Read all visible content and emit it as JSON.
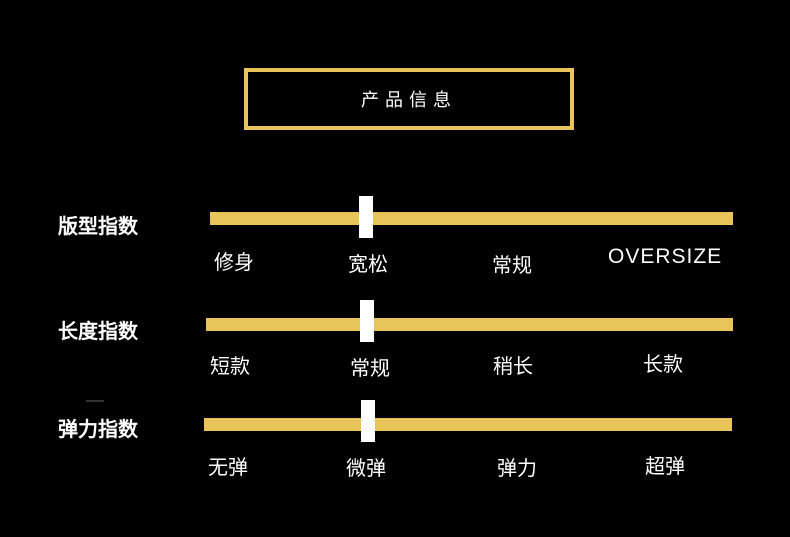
{
  "title": "产品信息",
  "accent_color": "#e8c45a",
  "rows": [
    {
      "label": "版型指数",
      "options": [
        "修身",
        "宽松",
        "常规",
        "OVERSIZE"
      ],
      "selected_index": 1
    },
    {
      "label": "长度指数",
      "options": [
        "短款",
        "常规",
        "稍长",
        "长款"
      ],
      "selected_index": 1
    },
    {
      "label": "弹力指数",
      "options": [
        "无弹",
        "微弹",
        "弹力",
        "超弹"
      ],
      "selected_index": 1
    }
  ]
}
